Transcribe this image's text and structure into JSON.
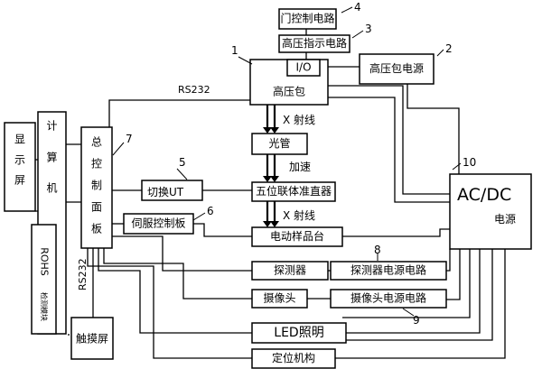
{
  "blocks": {
    "door_control": "门控制电路",
    "hv_indicator": "高压指示电路",
    "io": "I/O",
    "hv_psu": "高压包电源",
    "hv_pack": "高压包",
    "display": "显示屏",
    "computer": "计算机",
    "rohs": "ROHS",
    "rohs_sub": "检测模块",
    "main_panel": "总控制面板",
    "light_tube": "光管",
    "collimator": "五位联体准直器",
    "switch_ut": "切换UT",
    "servo_board": "伺服控制板",
    "sample_stage": "电动样品台",
    "detector": "探测器",
    "detector_psu": "探测器电源电路",
    "camera": "摄像头",
    "camera_psu": "摄像头电源电路",
    "led": "LED照明",
    "touch": "触摸屏",
    "positioning": "定位机构",
    "acdc": "AC/DC",
    "acdc_sub": "电源"
  },
  "labels": {
    "rs232_top": "RS232",
    "rs232_side": "RS232",
    "xray_1": "X 射线",
    "accelerate": "加速",
    "xray_2": "X 射线"
  },
  "callouts": {
    "n1": "1",
    "n2": "2",
    "n3": "3",
    "n4": "4",
    "n5": "5",
    "n6": "6",
    "n7": "7",
    "n8": "8",
    "n9": "9",
    "n10": "10"
  }
}
